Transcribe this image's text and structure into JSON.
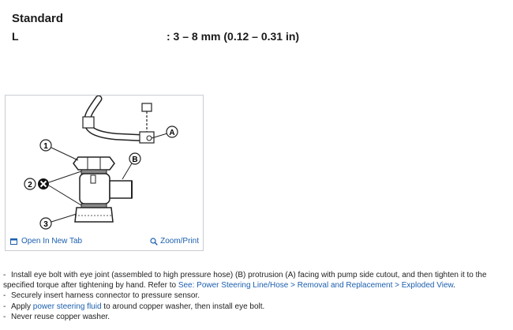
{
  "spec": {
    "heading": "Standard",
    "label": "L",
    "value": ": 3 – 8 mm (0.12 – 0.31 in)"
  },
  "figure": {
    "callout_a": "A",
    "callout_b": "B",
    "callout_1": "1",
    "callout_2": "2",
    "callout_3": "3",
    "open_tab_label": "Open In New Tab",
    "zoom_label": "Zoom/Print"
  },
  "steps": {
    "s1_text_a": "Install eye bolt with eye joint (assembled to high pressure hose) (B) protrusion (A) facing with pump side cutout, and then tighten it to the specified torque after tightening by hand. Refer to ",
    "s1_link": "See: Power Steering Line/Hose > Removal and Replacement > Exploded View",
    "s1_text_b": ".",
    "s2_text": "Securely insert harness connector to pressure sensor.",
    "s3_text_a": "Apply ",
    "s3_link": "power steering fluid",
    "s3_text_b": " to around copper washer, then install eye bolt.",
    "s4_text": "Never reuse copper washer.",
    "bullet": "-"
  },
  "colors": {
    "link": "#1b5fae",
    "border": "#c9ccd1"
  }
}
